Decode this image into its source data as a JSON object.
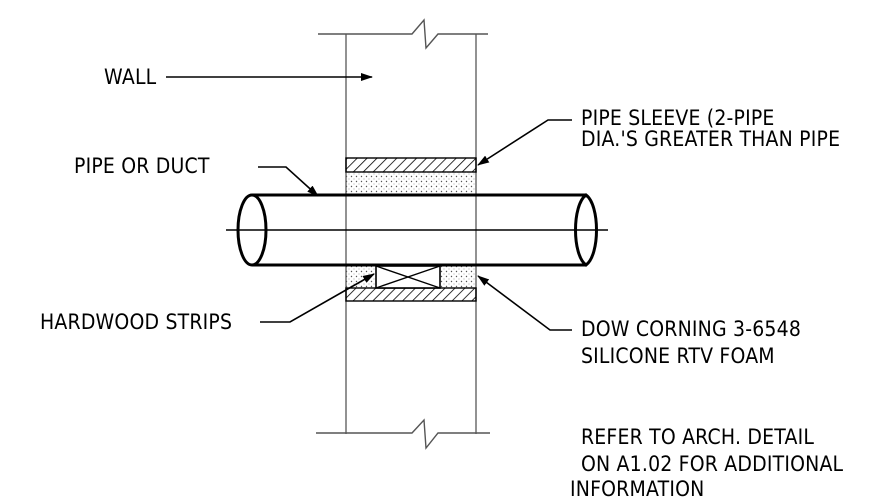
{
  "labels": {
    "wall": "WALL",
    "pipe_or_duct": "PIPE OR DUCT",
    "hardwood_strips": "HARDWOOD STRIPS",
    "pipe_sleeve_line1": "PIPE SLEEVE (2-PIPE",
    "pipe_sleeve_line2": "DIA.'S GREATER THAN PIPE",
    "dow_line1": "DOW CORNING 3-6548",
    "dow_line2": "SILICONE RTV FOAM",
    "note_line1": "REFER TO ARCH. DETAIL",
    "note_line2": "ON A1.02 FOR ADDITIONAL",
    "note_line3": "INFORMATION"
  },
  "colors": {
    "line": "#000000",
    "wall_outline": "#777777",
    "background": "#ffffff"
  }
}
